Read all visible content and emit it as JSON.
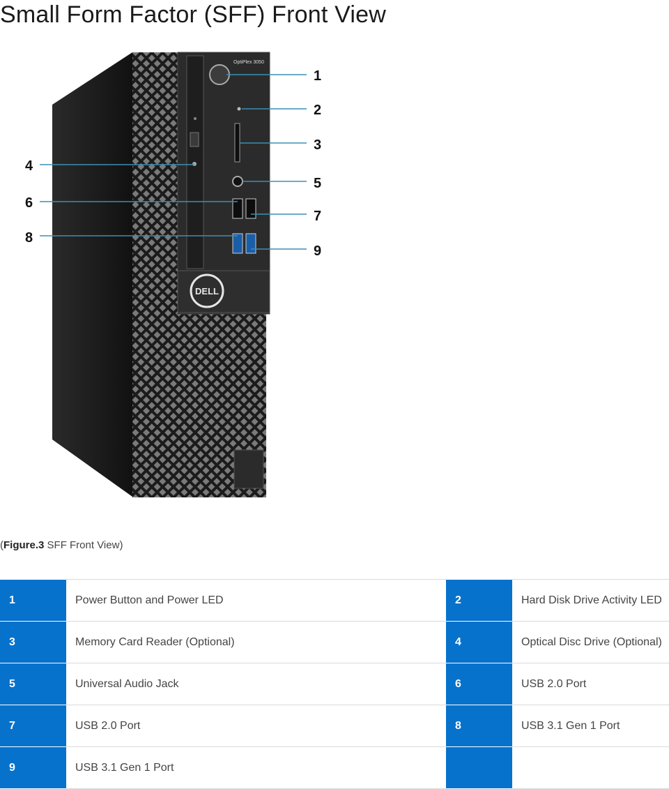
{
  "title": "Small Form Factor (SFF) Front View",
  "figure": {
    "model_label": "OptiPlex 3050",
    "logo": "DELL",
    "callouts": [
      "1",
      "2",
      "3",
      "4",
      "5",
      "6",
      "7",
      "8",
      "9"
    ]
  },
  "caption": {
    "open": "(",
    "bold": "Figure.3",
    "rest": " SFF Front View)"
  },
  "table": {
    "rows": [
      {
        "n1": "1",
        "d1": "Power Button and Power LED",
        "n2": "2",
        "d2": "Hard Disk Drive Activity LED"
      },
      {
        "n1": "3",
        "d1": "Memory Card Reader (Optional)",
        "n2": "4",
        "d2": "Optical Disc Drive (Optional)"
      },
      {
        "n1": "5",
        "d1": "Universal Audio Jack",
        "n2": "6",
        "d2": "USB 2.0 Port"
      },
      {
        "n1": "7",
        "d1": "USB 2.0 Port",
        "n2": "8",
        "d2": "USB 3.1 Gen 1 Port"
      },
      {
        "n1": "9",
        "d1": "USB 3.1 Gen 1 Port",
        "n2": "",
        "d2": ""
      }
    ]
  },
  "colors": {
    "accent": "#0672cb",
    "leader": "#3a8fb5"
  }
}
